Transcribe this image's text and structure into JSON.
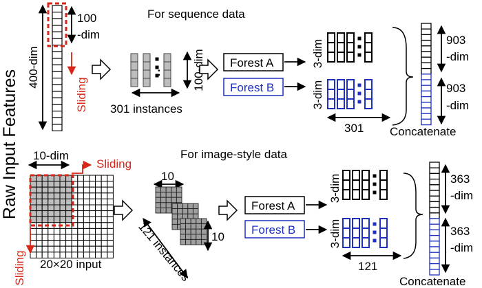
{
  "side_label": "Raw Input Features",
  "sequence": {
    "title": "For sequence data",
    "input_dim": "400-dim",
    "window_dim_line1": "100",
    "window_dim_line2": "-dim",
    "sliding": "Sliding",
    "instances_dim": "100-dim",
    "instances": "301 instances",
    "forest_a": "Forest A",
    "forest_b": "Forest B",
    "vec_a_dim": "3-dim",
    "vec_b_dim": "3-dim",
    "count": "301",
    "out_a_line1": "903",
    "out_a_line2": "-dim",
    "out_b_line1": "903",
    "out_b_line2": "-dim",
    "concatenate": "Concatenate"
  },
  "image": {
    "title": "For image-style data",
    "window_dim": "10-dim",
    "sliding_right": "Sliding",
    "sliding_down": "Sliding",
    "input": "20×20 input",
    "patch_width": "10",
    "patch_height": "10",
    "instances": "121 instances",
    "forest_a": "Forest A",
    "forest_b": "Forest B",
    "vec_a_dim": "3-dim",
    "vec_b_dim": "3-dim",
    "count": "121",
    "out_a_line1": "363",
    "out_a_line2": "-dim",
    "out_b_line1": "363",
    "out_b_line2": "-dim",
    "concatenate": "Concatenate"
  },
  "colors": {
    "red": "#d62718",
    "blue": "#1f2fbf",
    "gray": "#bdbdbd"
  }
}
